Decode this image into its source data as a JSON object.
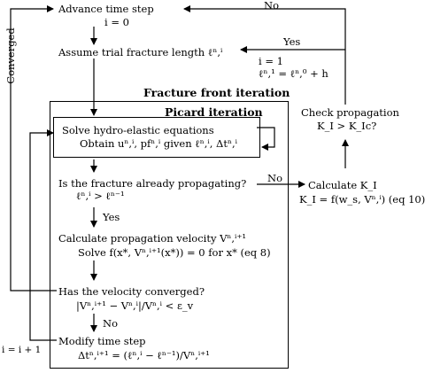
{
  "nodes": {
    "advance": {
      "label": "Advance time step",
      "detail": "i = 0"
    },
    "assume": {
      "label": "Assume trial fracture length ℓⁿ,ⁱ"
    },
    "reset_note": {
      "line1": "i = 1",
      "line2": "ℓⁿ,¹ = ℓⁿ,⁰ + h"
    },
    "check": {
      "line1": "Check propagation",
      "line2": "K_I > K_Ic?"
    },
    "solve": {
      "line1": "Solve hydro-elastic equations",
      "line2": "Obtain uⁿ,ⁱ, pfⁿ,ⁱ given ℓⁿ,ⁱ, Δtⁿ,ⁱ"
    },
    "already": {
      "line1": "Is the fracture already propagating?",
      "line2": "ℓⁿ,ⁱ > ℓⁿ⁻¹"
    },
    "calc_k": {
      "line1": "Calculate K_I",
      "line2": "K_I = f(w_s, Vⁿ,ⁱ) (eq 10)"
    },
    "velocity": {
      "line1": "Calculate propagation velocity Vⁿ,ⁱ⁺¹",
      "line2": "Solve f(x*, Vⁿ,ⁱ⁺¹(x*)) = 0 for x* (eq 8)"
    },
    "converged_q": {
      "line1": "Has the velocity converged?",
      "line2": "|Vⁿ,ⁱ⁺¹ − Vⁿ,ⁱ|/Vⁿ,ⁱ < ε_v"
    },
    "modify": {
      "line1": "Modify time step",
      "line2": "Δtⁿ,ⁱ⁺¹ = (ℓⁿ,ⁱ − ℓⁿ⁻¹)/Vⁿ,ⁱ⁺¹"
    }
  },
  "groups": {
    "front": "Fracture front iteration",
    "picard": "Picard iteration"
  },
  "edge_labels": {
    "no_top": "No",
    "yes_top": "Yes",
    "converged": "Converged",
    "no_mid": "No",
    "yes_mid": "Yes",
    "no_bottom": "No",
    "increment": "i = i + 1"
  }
}
